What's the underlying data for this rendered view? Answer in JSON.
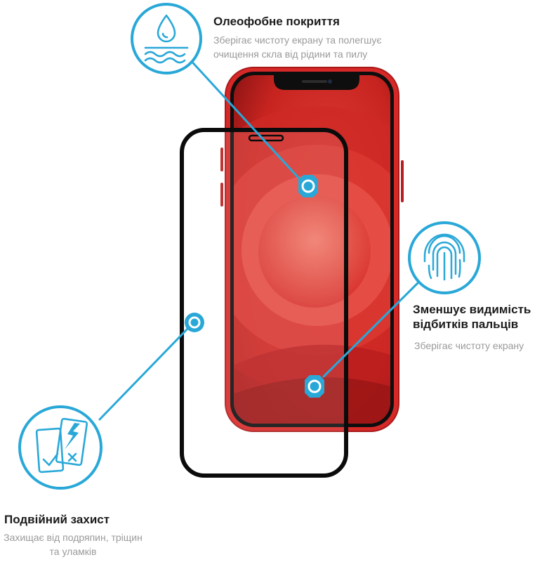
{
  "features": {
    "oleophobic": {
      "title": "Олеофобне покриття",
      "description": "Зберігає чистоту екрану та полегшує очищення скла від рідини та пилу",
      "icon": "water-drop-icon"
    },
    "fingerprint": {
      "title": "Зменшує видимість відбитків пальців",
      "description": "Зберігає чистоту екрану",
      "icon": "fingerprint-icon"
    },
    "dual_protection": {
      "title": "Подвійний захист",
      "description": "Захищає від подряпин, тріщин та уламків",
      "icon": "dual-screen-protection-icon"
    }
  },
  "colors": {
    "accent": "#29a8d8",
    "phone_frame": "#d8262a",
    "screen_glass_frame": "#111111",
    "title_text": "#1b1b1b",
    "description_text": "#9a9a9a"
  }
}
